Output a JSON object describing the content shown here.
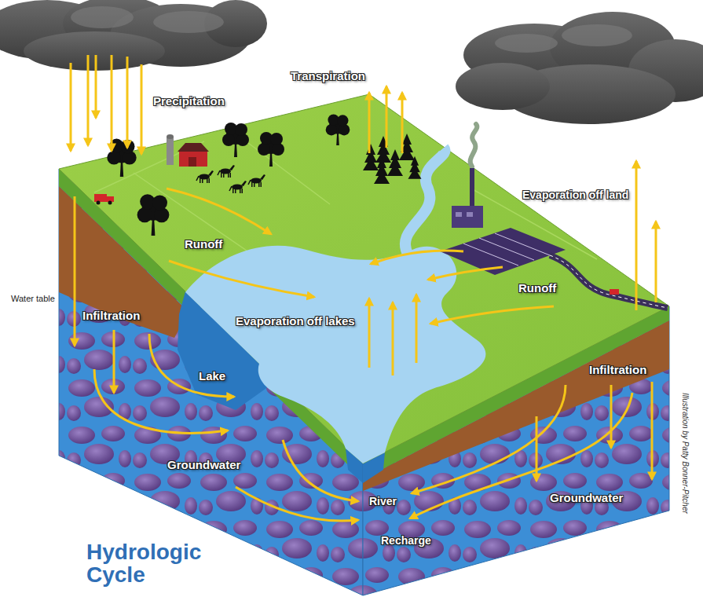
{
  "diagram": {
    "title": "Hydrologic Cycle",
    "labels": [
      "Precipitation",
      "Transpiration",
      "Evaporation off land",
      "Runoff",
      "Runoff",
      "Water table",
      "Infiltration",
      "Evaporation off lakes",
      "Lake",
      "Infiltration",
      "Groundwater",
      "River",
      "Groundwater",
      "Recharge",
      "Illustration by Patty Bonner-Pitcher"
    ]
  }
}
